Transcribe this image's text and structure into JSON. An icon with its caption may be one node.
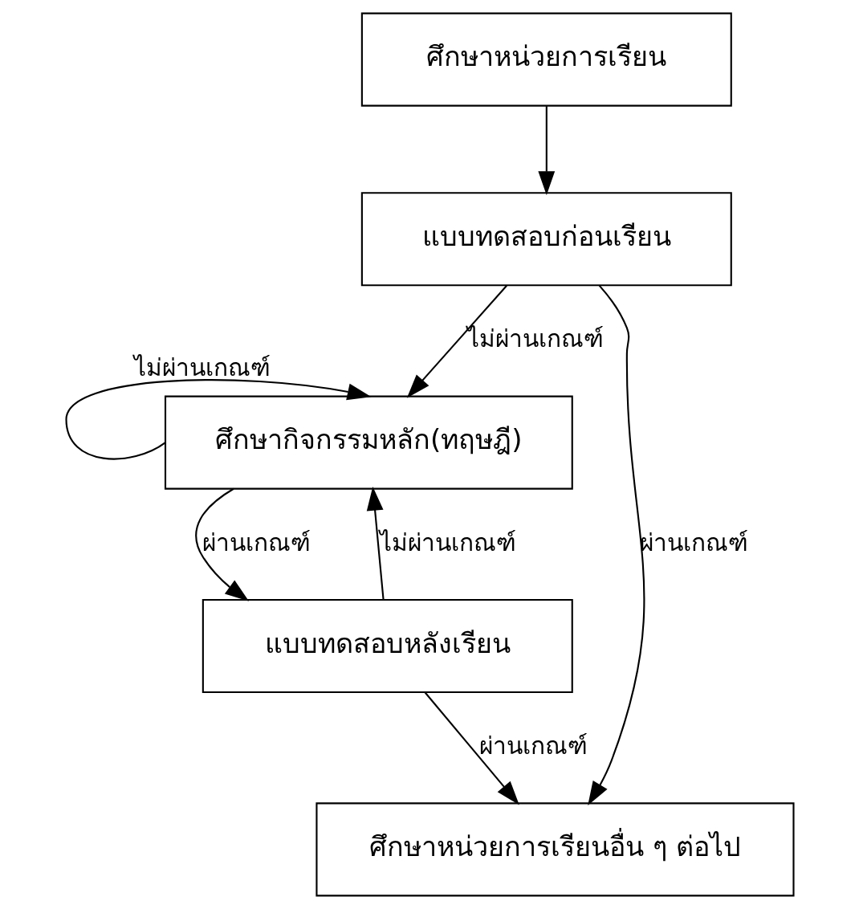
{
  "diagram": {
    "nodes": [
      {
        "text": [
          "ศึกษาหน่วยการเรียน"
        ]
      },
      {
        "text": [
          "แบบทดสอบก่อนเรียน"
        ]
      },
      {
        "text": [
          "ศึกษากิจกรรมหลัก(ทฤษฎี)"
        ]
      },
      {
        "text": [
          "แบบทดสอบหลังเรียน"
        ]
      },
      {
        "text": [
          "ศึกษาหน่วยการเรียนอื่น ๆ ต่อไป"
        ]
      }
    ],
    "edges": [
      {
        "from": 0,
        "to": 1,
        "arrow": "to"
      },
      {
        "from": 1,
        "to": 2,
        "arrow": "to",
        "label": "ไม่ผ่านเกณฑ์"
      },
      {
        "from": 2,
        "to": 2,
        "arrow": "to",
        "label": "ไม่ผ่านเกณฑ์"
      },
      {
        "from": 2,
        "to": 3,
        "arrow": "to",
        "label": "ผ่านเกณฑ์"
      },
      {
        "from": 3,
        "to": 2,
        "arrow": "to",
        "label": "ไม่ผ่านเกณฑ์"
      },
      {
        "from": 3,
        "to": 4,
        "arrow": "to",
        "label": "ผ่านเกณฑ์"
      },
      {
        "from": 1,
        "to": 4,
        "arrow": "to",
        "label": "ผ่านเกณฑ์"
      }
    ]
  }
}
